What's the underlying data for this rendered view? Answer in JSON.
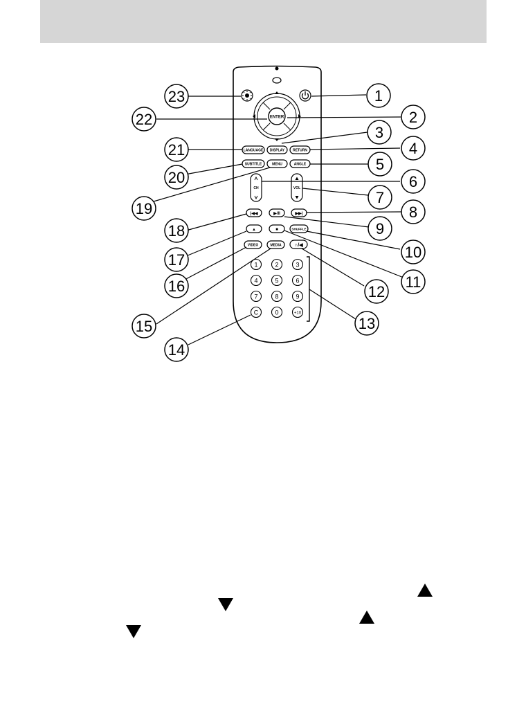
{
  "callouts": [
    "1",
    "2",
    "3",
    "4",
    "5",
    "6",
    "7",
    "8",
    "9",
    "10",
    "11",
    "12",
    "13",
    "14",
    "15",
    "16",
    "17",
    "18",
    "19",
    "20",
    "21",
    "22",
    "23"
  ],
  "remote": {
    "enter": "ENTER",
    "language": "LANGUAGE",
    "display": "DISPLAY",
    "return": "RETURN",
    "subtitle": "SUBTITLE",
    "menu": "MENU",
    "angle": "ANGLE",
    "ch": "CH",
    "vol": "VOL",
    "prev": "|◀◀",
    "play_pause": "▶/II",
    "next": "▶▶|",
    "eject": "▲",
    "stop": "■",
    "shuffle": "SHUFFLE",
    "video": "VIDEO",
    "media": "MEDIA",
    "headphone": "∩/◀",
    "keys": [
      "1",
      "2",
      "3",
      "4",
      "5",
      "6",
      "7",
      "8",
      "9",
      "C",
      "0",
      "+10"
    ]
  }
}
